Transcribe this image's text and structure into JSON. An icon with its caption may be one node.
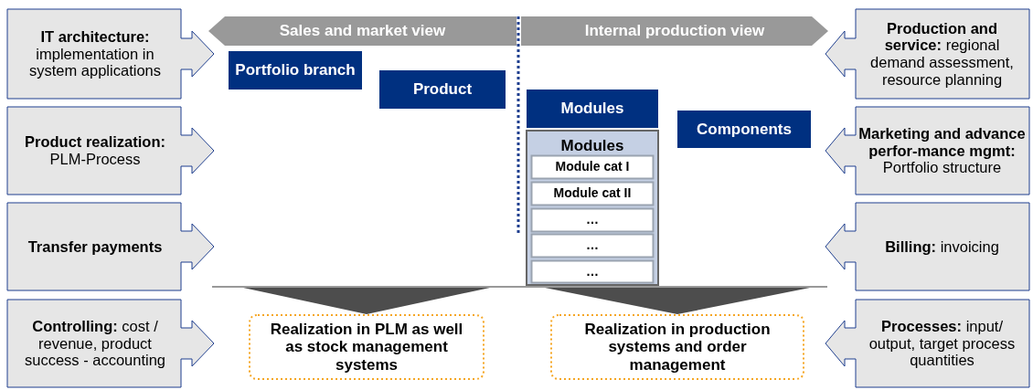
{
  "diagram": {
    "nodes": [
      {
        "text": [
          "**IT architecture:** implementation in system applications"
        ]
      },
      {
        "text": [
          "Sales and market view"
        ]
      },
      {
        "text": [
          "Internal production view"
        ]
      },
      {
        "text": [
          "**Production and service:** regional demand assessment, resource planning"
        ]
      },
      {
        "text": [
          "Portfolio branch"
        ]
      },
      {
        "text": [
          "Product"
        ]
      },
      {
        "text": [
          "Modules"
        ]
      },
      {
        "text": [
          "Components"
        ]
      },
      {
        "text": [
          "**Product realization:** PLM-Process"
        ]
      },
      {
        "text": [
          "Modules"
        ]
      },
      {
        "text": [
          "Module cat I"
        ],
        "in": 9
      },
      {
        "text": [
          "Module cat II"
        ],
        "in": 9
      },
      {
        "text": [
          "…"
        ],
        "in": 9
      },
      {
        "text": [
          "…"
        ],
        "in": 9
      },
      {
        "text": [
          "…"
        ],
        "in": 9
      },
      {
        "text": [
          "**Marketing and advance perfor-mance mgmt:** Portfolio structure"
        ]
      },
      {
        "text": [
          "Transfer payments"
        ]
      },
      {
        "text": [
          "**Billing:** invoicing"
        ]
      },
      {
        "text": [
          "**Controlling:** cost / revenue, product success - accounting"
        ]
      },
      {
        "text": [
          "Realization in PLM as well as stock management systems"
        ]
      },
      {
        "text": [
          "Realization in production systems and order management"
        ]
      },
      {
        "text": [
          "**Processes:** input/ output, target process quantities"
        ]
      }
    ],
    "edges": [
      {
        "from": null,
        "to": 19,
        "arrow": "to"
      },
      {
        "from": null,
        "to": 20,
        "arrow": "to"
      }
    ]
  }
}
